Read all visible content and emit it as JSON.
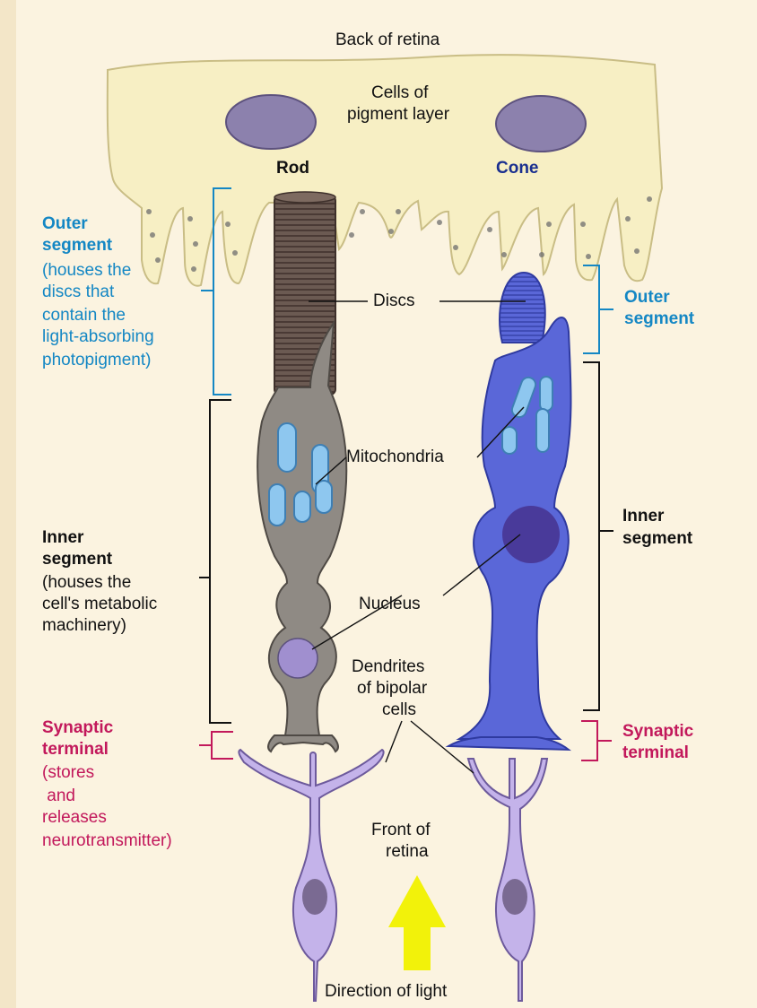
{
  "labels": {
    "back_of_retina": "Back of retina",
    "pigment_layer": [
      "Cells of",
      "pigment layer"
    ],
    "rod": "Rod",
    "cone": "Cone",
    "outer_segment_left_title": [
      "Outer",
      "segment"
    ],
    "outer_segment_left_desc": [
      "(houses the",
      "discs that",
      "contain the",
      "light-absorbing",
      "photopigment)"
    ],
    "discs": "Discs",
    "outer_segment_right": [
      "Outer",
      "segment"
    ],
    "mitochondria": "Mitochondria",
    "inner_segment_left_title": [
      "Inner",
      "segment"
    ],
    "inner_segment_left_desc": [
      "(houses the",
      "cell's metabolic",
      "machinery)"
    ],
    "inner_segment_right": [
      "Inner",
      "segment"
    ],
    "nucleus": "Nucleus",
    "dendrites": [
      "Dendrites",
      "of bipolar",
      "cells"
    ],
    "synaptic_left_title": [
      "Synaptic",
      "terminal"
    ],
    "synaptic_left_desc": [
      "(stores",
      " and",
      "releases",
      "neurotransmitter)"
    ],
    "synaptic_right": [
      "Synaptic",
      "terminal"
    ],
    "front_of_retina": [
      "Front of",
      "retina"
    ],
    "direction_of_light": "Direction of light"
  },
  "colors": {
    "background": "#fbf3e0",
    "pigment_layer": "#f7efc4",
    "rod": "#8f8a84",
    "rod_outer": "#6b5a52",
    "cone": "#5a67d8",
    "bipolar": "#c4b3ea",
    "mitochondria": "#8ec7ef",
    "light_arrow": "#f2f20a",
    "outer_segment_text": "#1487c4",
    "synaptic_text": "#c2185b",
    "cone_label": "#1a2f8f"
  }
}
